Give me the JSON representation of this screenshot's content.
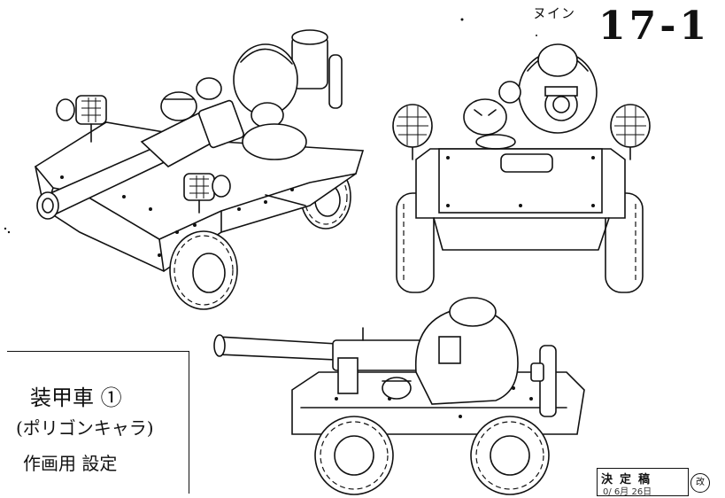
{
  "header": {
    "label": "ヌイン",
    "cut_number": "17-1"
  },
  "title_box": {
    "line1": "装甲車 ①",
    "line2": "(ポリゴンキャラ)",
    "line3": "作画用 設定"
  },
  "stamp": {
    "title": "決定稿",
    "date": "0/ 6月 26日",
    "revision": "改"
  }
}
